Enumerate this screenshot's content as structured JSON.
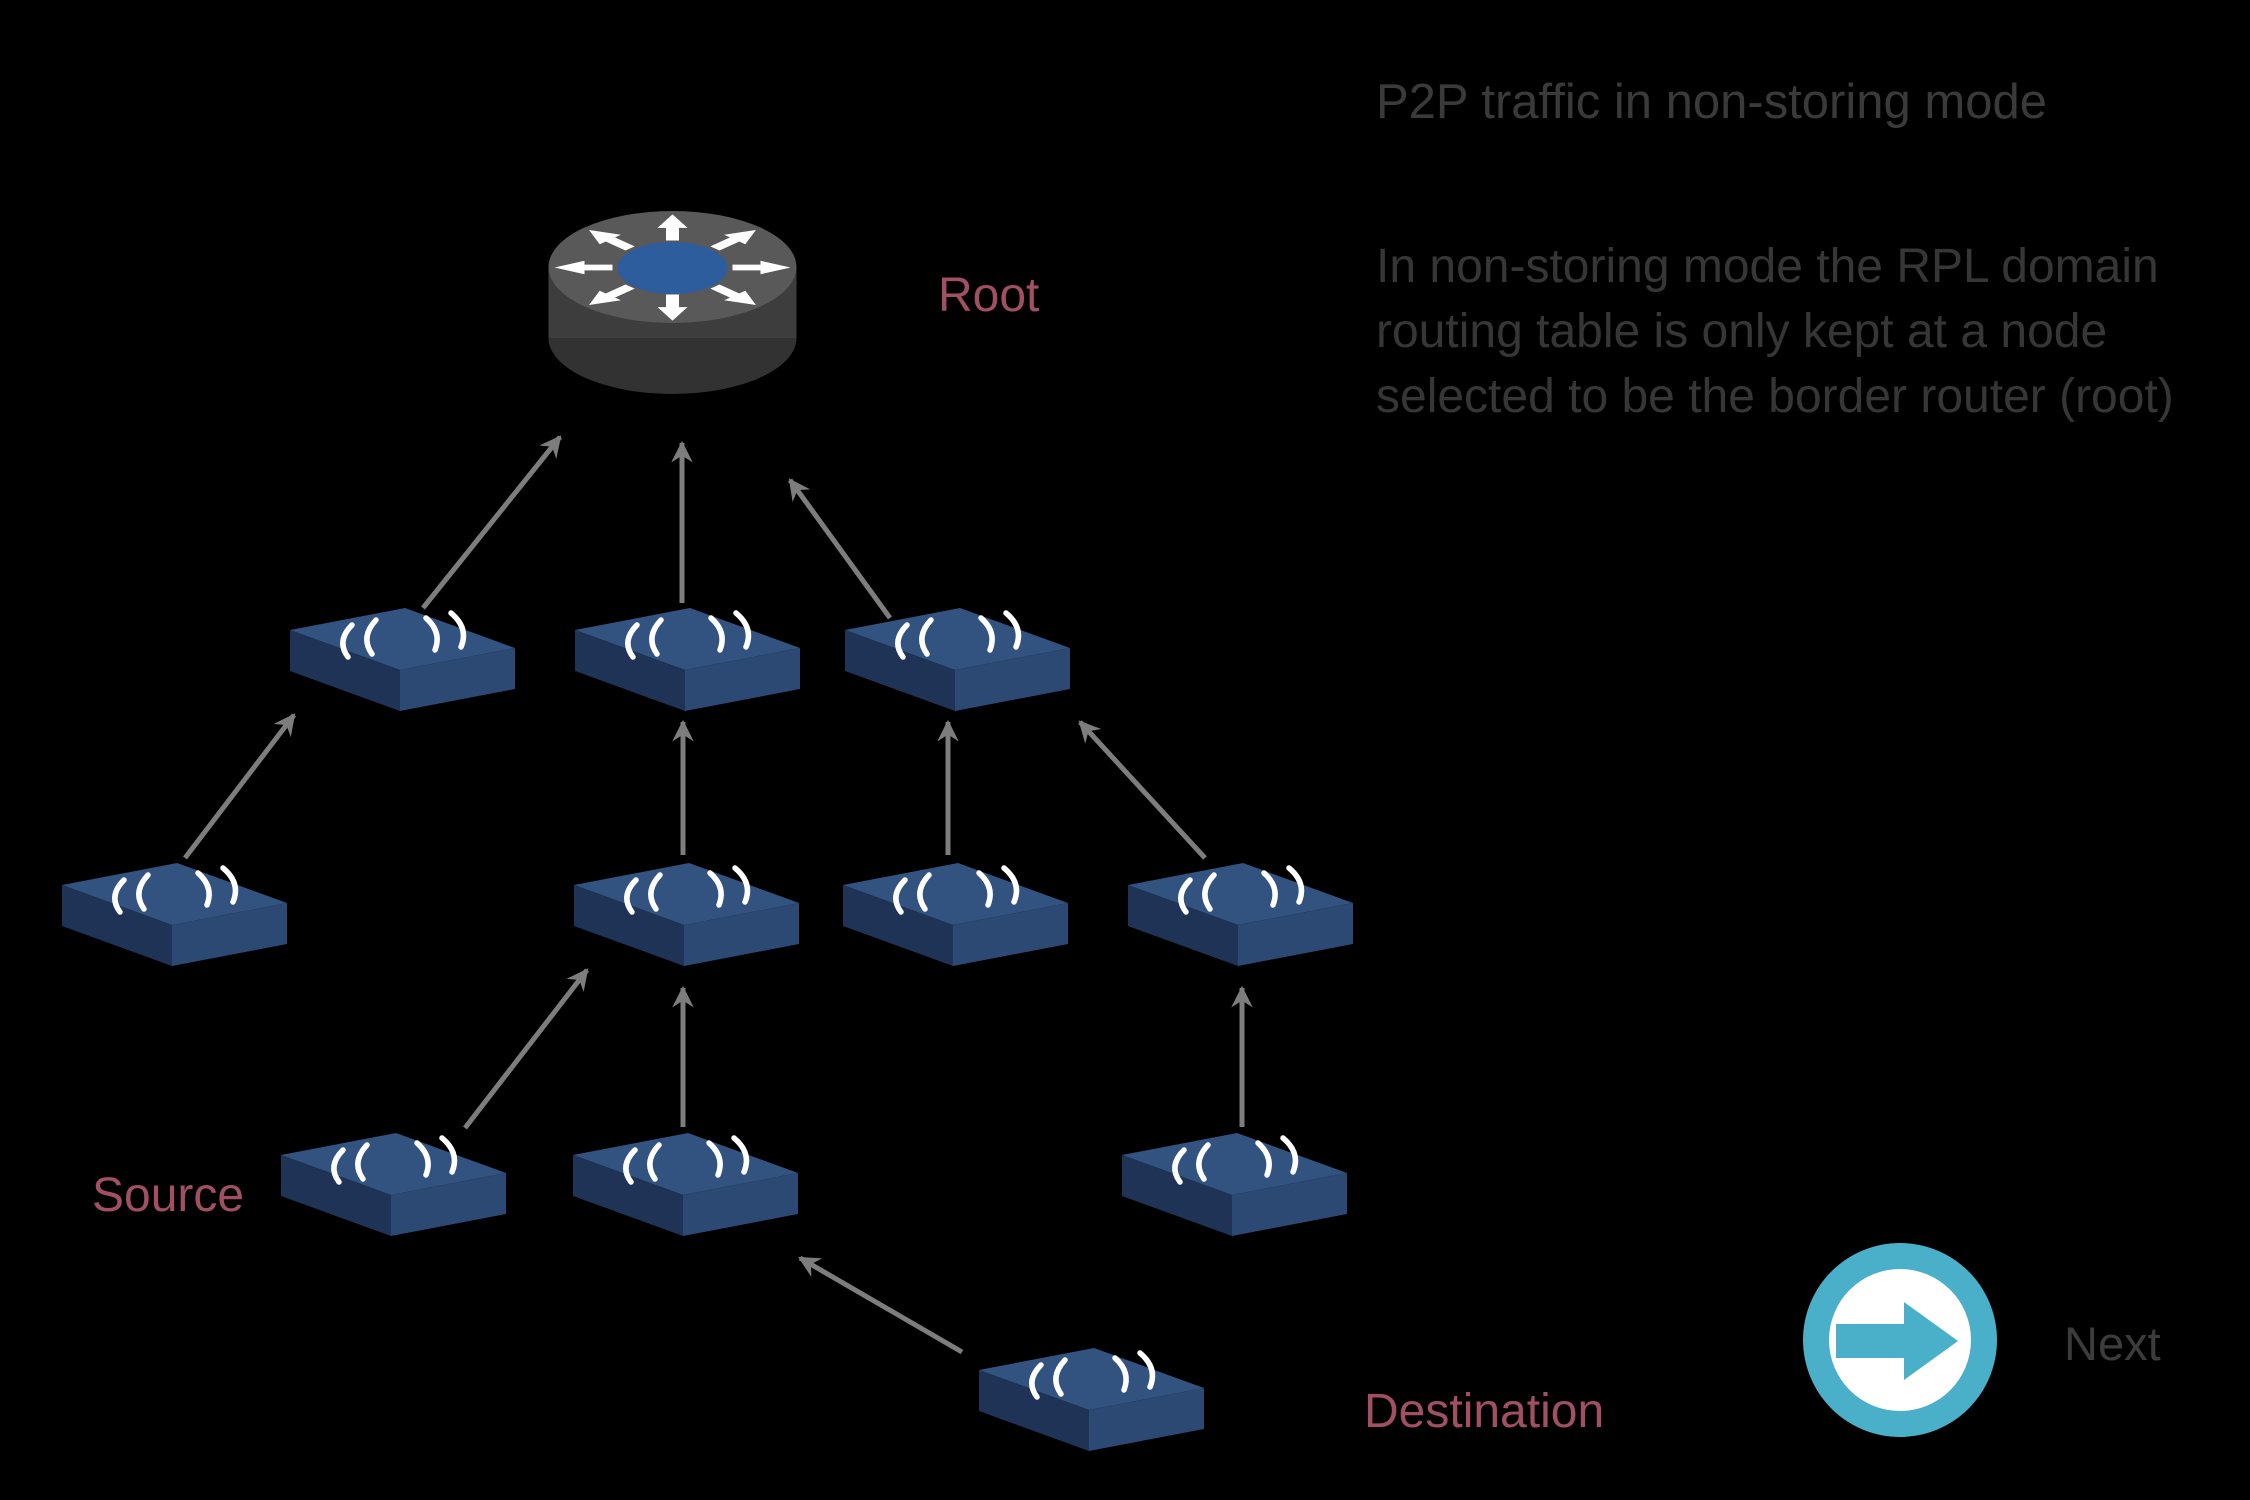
{
  "panel": {
    "title": "P2P traffic in non-storing mode",
    "body_lines": [
      "In non-storing mode the RPL domain",
      "routing table is only kept at a node",
      "selected to be the border router (root)"
    ]
  },
  "labels": {
    "root": "Root",
    "source": "Source",
    "destination": "Destination"
  },
  "next_button": {
    "label": "Next"
  },
  "icons": {
    "root_router": "cylinder-router-with-multidirectional-arrows-icon",
    "mesh_node": "wireless-switch-node-icon",
    "next": "circled-right-arrow-icon"
  },
  "colors": {
    "background": "#000000",
    "accent_label": "#a05062",
    "gray_text": "#3a3a3a",
    "arrow_gray": "#7d7d7d",
    "node_top": "#32527f",
    "node_front": "#2b4973",
    "node_left": "#1e3356",
    "router_top": "#595959",
    "router_body": "#3d3d3d",
    "router_hub_blue": "#2e5d9d",
    "next_teal": "#4aafc8"
  },
  "topology": {
    "nodes": [
      {
        "id": "root",
        "role": "border-router",
        "label": "Root"
      },
      {
        "id": "n1",
        "role": "mesh-node"
      },
      {
        "id": "n2",
        "role": "mesh-node"
      },
      {
        "id": "n3",
        "role": "mesh-node"
      },
      {
        "id": "m1",
        "role": "mesh-node"
      },
      {
        "id": "m2",
        "role": "mesh-node"
      },
      {
        "id": "m3",
        "role": "mesh-node"
      },
      {
        "id": "m4",
        "role": "mesh-node"
      },
      {
        "id": "s1",
        "role": "mesh-node",
        "label": "Source"
      },
      {
        "id": "s2",
        "role": "mesh-node"
      },
      {
        "id": "s3",
        "role": "mesh-node"
      },
      {
        "id": "d1",
        "role": "mesh-node",
        "label": "Destination"
      }
    ],
    "edges": [
      {
        "from": "n1",
        "to": "root"
      },
      {
        "from": "n2",
        "to": "root"
      },
      {
        "from": "n3",
        "to": "root"
      },
      {
        "from": "m1",
        "to": "n1"
      },
      {
        "from": "m2",
        "to": "n2"
      },
      {
        "from": "m3",
        "to": "n3"
      },
      {
        "from": "m4",
        "to": "n3"
      },
      {
        "from": "s1",
        "to": "m2"
      },
      {
        "from": "s2",
        "to": "m2"
      },
      {
        "from": "s3",
        "to": "m4"
      },
      {
        "from": "d1",
        "to": "s2"
      }
    ]
  }
}
